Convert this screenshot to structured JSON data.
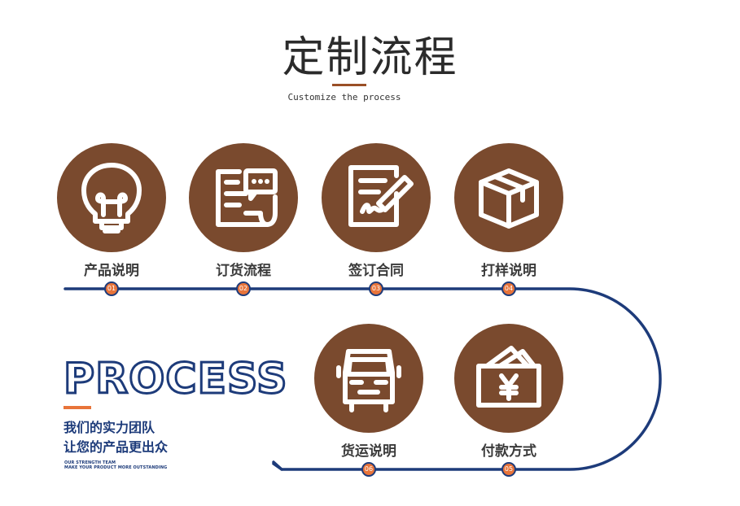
{
  "header": {
    "title": "定制流程",
    "subtitle": "Customize the process"
  },
  "colors": {
    "circle": "#7a4a2e",
    "line": "#1d3b7a",
    "accent": "#e8743a"
  },
  "steps": [
    {
      "label": "产品说明",
      "num": "01",
      "icon": "lightbulb-icon"
    },
    {
      "label": "订货流程",
      "num": "02",
      "icon": "document-chat-icon"
    },
    {
      "label": "签订合同",
      "num": "03",
      "icon": "contract-sign-icon"
    },
    {
      "label": "打样说明",
      "num": "04",
      "icon": "box-icon"
    },
    {
      "label": "付款方式",
      "num": "05",
      "icon": "wallet-yen-icon"
    },
    {
      "label": "货运说明",
      "num": "06",
      "icon": "truck-icon"
    }
  ],
  "process": {
    "word": "PROCESS",
    "slogan_line1": "我们的实力团队",
    "slogan_line2": "让您的产品更出众",
    "tiny_line1": "OUR STRENGTH TEAM",
    "tiny_line2": "MAKE YOUR PRODUCT MORE OUTSTANDING"
  }
}
